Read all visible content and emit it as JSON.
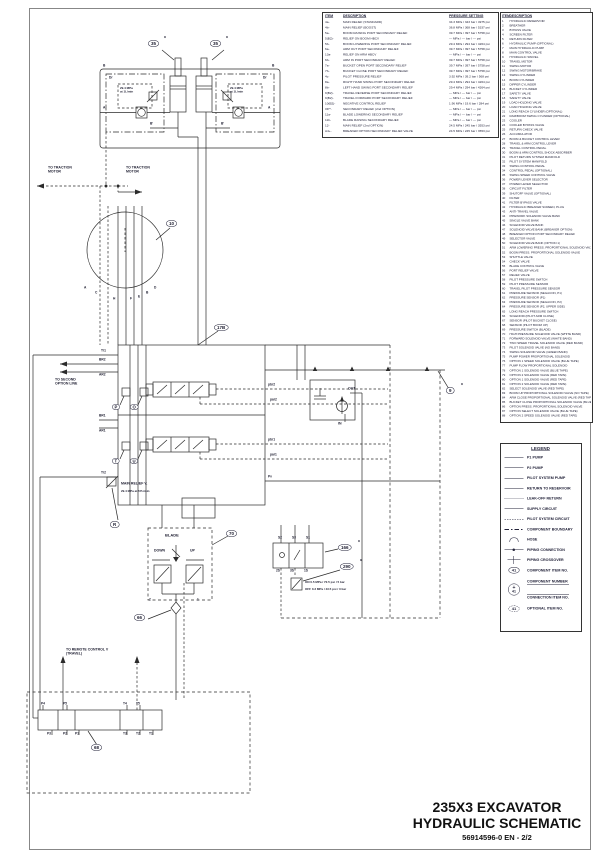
{
  "page": {
    "title_line1": "235X3 EXCAVATOR",
    "title_line2": "HYDRAULIC SCHEMATIC",
    "doc_number": "56914596-0 EN - 2/2"
  },
  "pressure_table": {
    "headers": [
      "ITEM",
      "DESCRIPTION",
      "PRESSURE SETTING"
    ],
    "rows": [
      [
        "4a-",
        "MAIN RELIEF (STANDARD)",
        "34.3 MPa / 343 bar / 4975 psi"
      ],
      [
        "4b-",
        "MAIN RELIEF (BOOST)",
        "36.8 MPa / 368 bar / 5337 psi"
      ],
      [
        "5a-",
        "BOOM RAISING PORT SECONDARY RELIEF",
        "39.7 MPa / 397 bar / 5758 psi"
      ],
      [
        "5(B2)-",
        "RELIEF ON BOOM HBCV",
        "— MPa / — bar / — psi"
      ],
      [
        "5b-",
        "BOOM LOWERING PORT SECONDARY RELIEF",
        "29.4 MPa / 294 bar / 4264 psi"
      ],
      [
        "6a-",
        "ARM OUT PORT SECONDARY RELIEF",
        "39.7 MPa / 397 bar / 5758 psi"
      ],
      [
        "13a-",
        "RELIEF ON ARM HBCV",
        "— MPa / — bar / — psi"
      ],
      [
        "6b-",
        "ARM IN PORT SECONDARY RELIEF",
        "39.7 MPa / 397 bar / 5758 psi"
      ],
      [
        "7a-",
        "BUCKET OPEN PORT SECONDARY RELIEF",
        "39.7 MPa / 397 bar / 5758 psi"
      ],
      [
        "7b-",
        "BUCKET CLOSE PORT SECONDARY RELIEF",
        "39.7 MPa / 397 bar / 5758 psi"
      ],
      [
        "4c-",
        "PILOT PRESSURE RELIEF",
        "3.92 MPa / 39.2 bar / 568 psi"
      ],
      [
        "8a-",
        "RIGHT HAND SWING PORT SECONDARY RELIEF",
        "29.4 MPa / 294 bar / 4264 psi"
      ],
      [
        "8b-",
        "LEFT HAND SWING PORT SECONDARY RELIEF",
        "29.4 MPa / 294 bar / 4264 psi"
      ],
      [
        "9(B2)-",
        "TRAVEL REVERSE PORT SECONDARY RELIEF",
        "— MPa / — bar / — psi"
      ],
      [
        "9(B2)-",
        "TRAVEL FORWARD PORT SECONDARY RELIEF",
        "— MPa / — bar / — psi"
      ],
      [
        "10(B2)-",
        "NEGATIVE CONTROL RELIEF",
        "1.96 MPa / 19.6 bar / 284 psi"
      ],
      [
        "OP*-",
        "SECONDARY RELIEF (2nd OPTION)",
        "— MPa / — bar / — psi"
      ],
      [
        "11a-",
        "BLADE LOWERING SECONDARY RELIEF",
        "— MPa / — bar / — psi"
      ],
      [
        "11b-",
        "BLADE RAISING SECONDARY RELIEF",
        "— MPa / — bar / — psi"
      ],
      [
        "12-",
        "MAIN RELIEF (2nd OPTION)",
        "24.5 MPa / 245 bar / 3553 psi"
      ],
      [
        "A4+-",
        "BREAKER OPTION SECONDARY RELIEF VALVE",
        "24.5 MPa / 245 bar / 3553 psi"
      ]
    ]
  },
  "item_table": {
    "headers": [
      "ITEM",
      "DESCRIPTION"
    ],
    "rows": [
      [
        "1",
        "HYDRAULIC RESERVOIR"
      ],
      [
        "2",
        "BREATHER"
      ],
      [
        "3",
        "BYPASS VALVE"
      ],
      [
        "4",
        "SCREEN FILTER"
      ],
      [
        "5",
        "RETURN FILTER"
      ],
      [
        "6",
        "HYDRAULIC PUMP (OPTIONAL)"
      ],
      [
        "7",
        "MAIN HYDRAULIC PUMP"
      ],
      [
        "8",
        "MAIN CONTROL VALVE"
      ],
      [
        "9",
        "HYDRAULIC SWIVEL"
      ],
      [
        "10",
        "TRAVEL MOTOR"
      ],
      [
        "11",
        "SWING MOTOR"
      ],
      [
        "12",
        "SWING MOTOR/BRAKE"
      ],
      [
        "13",
        "SWING CYLINDER"
      ],
      [
        "14",
        "BOOM CYLINDER"
      ],
      [
        "15",
        "DIPPER CYLINDER"
      ],
      [
        "16",
        "BUCKET CYLINDER"
      ],
      [
        "17",
        "SAFETY VALVE"
      ],
      [
        "18",
        "SAFETY VALVE"
      ],
      [
        "19",
        "LOAD HOLDING VALVE"
      ],
      [
        "20",
        "LOAD HOLDING VALVE"
      ],
      [
        "21",
        "LONG REACH CYLINDER (OPTIONAL)"
      ],
      [
        "22",
        "RAM/BOOM SWING CYLINDER (OPTIONAL)"
      ],
      [
        "23",
        "COOLER"
      ],
      [
        "24",
        "COOLER BYPASS VALVE"
      ],
      [
        "25",
        "RETURN CHECK VALVE"
      ],
      [
        "26",
        "ACCUMULATOR"
      ],
      [
        "27",
        "BOOM & BUCKET CONTROL LEVER"
      ],
      [
        "28",
        "TRAVEL & ARM CONTROL LEVER"
      ],
      [
        "29",
        "TRAVEL CONTROL PEDAL"
      ],
      [
        "30",
        "BOOM & ARM CONTROL SHOCK ABSORBER"
      ],
      [
        "31",
        "PILOT RETURN SYSTEM MANIFOLD"
      ],
      [
        "32",
        "PILOT SYSTEM MANIFOLD"
      ],
      [
        "33",
        "SWING CONTROL PEDAL"
      ],
      [
        "34",
        "CONTROL PEDAL (OPTIONAL)"
      ],
      [
        "35",
        "SWING SPEED CONTROL VALVE"
      ],
      [
        "36",
        "POWER LEVER SELECTOR"
      ],
      [
        "37",
        "POWER LEVER SELECTOR"
      ],
      [
        "38",
        "CIRCUIT FILTER"
      ],
      [
        "39",
        "SHUTOFF VALVE (OPTIONAL)"
      ],
      [
        "40",
        "FILTER"
      ],
      [
        "41",
        "FILTER BYPASS VALVE"
      ],
      [
        "42",
        "HYDRAULIC BREAKER SCREEN, PLUG"
      ],
      [
        "43",
        "ANTI-TRAVEL VALVE"
      ],
      [
        "44",
        "PIPEWORK SOLENOID VALVE BANK"
      ],
      [
        "45",
        "SINGLE VALVE BANK"
      ],
      [
        "46",
        "SOLENOID VALVE BANK"
      ],
      [
        "47",
        "SOLENOID VALVE BANK (BREAKER OPTION)"
      ],
      [
        "48",
        "BREAKER OPTION PORT SECONDARY RELIEF"
      ],
      [
        "49",
        "SELECTOR VALVE"
      ],
      [
        "50",
        "SOLENOID VALVE BANK (OPTION 1)"
      ],
      [
        "51",
        "ARM LOWERING PRESS. PROPORTIONAL SOLENOID VALVE"
      ],
      [
        "52",
        "BOOM PRESS. PROPORTIONAL SOLENOID VALVE"
      ],
      [
        "53",
        "SHUTTLE VALVE"
      ],
      [
        "54",
        "CHECK VALVE"
      ],
      [
        "55",
        "BLADE CONTROL VALVE"
      ],
      [
        "56",
        "PORT RELIEF VALVE"
      ],
      [
        "57",
        "RELIEF VALVE"
      ],
      [
        "58",
        "PILOT PRESSURE SWITCH"
      ],
      [
        "59",
        "PILOT PRESSURE SENSOR"
      ],
      [
        "60",
        "TRAVEL PILOT PRESSURE SENSOR"
      ],
      [
        "61",
        "PRESSURE SENSOR (NEGACON, P1)"
      ],
      [
        "62",
        "PRESSURE SENSOR (P1)"
      ],
      [
        "63",
        "PRESSURE SENSOR (NEGACON, P2)"
      ],
      [
        "64",
        "PRESSURE SENSOR (P2, UPPER SIDE)"
      ],
      [
        "65",
        "LONG REACH PRESSURE SWITCH"
      ],
      [
        "66",
        "SOLENOID (PILOT ARM CLOSE)"
      ],
      [
        "67",
        "SENSOR (PILOT BUCKET CLOSE)"
      ],
      [
        "68",
        "SENSOR (PILOT BOOM UP)"
      ],
      [
        "69",
        "PRESSURE SWITCH (BLADE)"
      ],
      [
        "70",
        "HIGH PRESSURE SOLENOID VALVE (WHITE BAND)"
      ],
      [
        "71",
        "FORWARD SOLENOID VALVE (WHITE BAND)"
      ],
      [
        "72",
        "TWO SPEED TRAVEL SOLENOID VALVE (RED BAND)"
      ],
      [
        "73",
        "PILOT SOLENOID VALVE (NO BAND)"
      ],
      [
        "74",
        "SWING SOLENOID VALVE (GREEN BAND)"
      ],
      [
        "75",
        "PUMP POWER PROPORTIONAL SOLENOID"
      ],
      [
        "76",
        "OPTION 1 SPEED SOLENOID VALVE (BLUE TAPE)"
      ],
      [
        "77",
        "PUMP FLOW PROPORTIONAL SOLENOID"
      ],
      [
        "78",
        "OPTION 1 SOLENOID VALVE (BLUE TAPE)"
      ],
      [
        "79",
        "OPTION 2 SOLENOID VALVE (RED TAPE)"
      ],
      [
        "80",
        "OPTION 1 SOLENOID VALVE (RED TAPE)"
      ],
      [
        "81",
        "OPTION 2 SOLENOID VALVE (RED TAPE)"
      ],
      [
        "82",
        "SELECT SOLENOID VALVE (RED TAPE)"
      ],
      [
        "83",
        "BOOM UP PROPORTIONAL SOLENOID VALVE (NO TAPE)"
      ],
      [
        "84",
        "ARM CLOSE PROPORTIONAL SOLENOID VALVE (RED TAPE)"
      ],
      [
        "85",
        "BUCKET CLOSE PROPORTIONAL SOLENOID VALVE (BLUE TAPE)"
      ],
      [
        "86",
        "OPTION PRESS. PROPORTIONAL SOLENOID VALVE"
      ],
      [
        "87",
        "OPTION SELECT SOLENOID VALVE (BLUE TAPE)"
      ],
      [
        "88",
        "OPTION 2 SPEED SOLENOID VALVE (RED TAPE)"
      ]
    ]
  },
  "legend": {
    "title": "LEGEND",
    "item_no": "41",
    "entries": [
      {
        "type": "line-solid",
        "label": "P1 PUMP"
      },
      {
        "type": "line-solid",
        "label": "P2 PUMP"
      },
      {
        "type": "line-solid",
        "label": "PILOT SYSTEM PUMP"
      },
      {
        "type": "line-solid",
        "label": "RETURN TO RESERVOIR"
      },
      {
        "type": "line-dotted",
        "label": "LEAK-OFF RETURN"
      },
      {
        "type": "line-solid",
        "label": "SUPPLY CIRCUIT"
      },
      {
        "type": "line-dashed",
        "label": "PILOT SYSTEM CIRCUIT"
      },
      {
        "type": "line-dashdot",
        "label": "COMPONENT BOUNDARY"
      },
      {
        "type": "hose",
        "label": "HOSE"
      },
      {
        "type": "connection",
        "label": "PIPING CONNECTION"
      },
      {
        "type": "crossover",
        "label": "PIPING CROSSOVER"
      },
      {
        "type": "itemoval",
        "label": "COMPONENT ITEM NO."
      },
      {
        "type": "compnum",
        "label": "COMPONENT NUMBER",
        "label2": "CONNECTION ITEM NO."
      },
      {
        "type": "optional",
        "label": "OPTIONAL ITEM NO."
      }
    ]
  },
  "schematic": {
    "traction_left": "TO TRACTION\nMOTOR",
    "traction_right": "TO TRACTION\nMOTOR",
    "second_option": "TO SECOND\nOPTION LINE",
    "remote_control": "TO REMOTE CONTROL V\n(TRAVEL)",
    "blade_title": "BLADE",
    "down": "DOWN",
    "up": "UP",
    "out": "OUT",
    "in": "IN",
    "main_relief": "MAIN RELIEF V.",
    "main_relief_setting": "29.4 MPa at 57L/min",
    "hbcv_relief_note": "29.4 MPa\nat 1L/min",
    "solenoid_on": "ON  0.5 MPa / 72.5 psi / 5 bar",
    "solenoid_off": "OFF 0.3 MPa / 43.5 psi / 3 bar",
    "star": "*",
    "swivel_ports": [
      "A",
      "C",
      "G",
      "H",
      "F",
      "E",
      "B",
      "D"
    ],
    "ports": {
      "tr1": "Tr1",
      "br2": "BR2",
      "ar2": "AR2",
      "br1": "BR1",
      "ar1": "AR1",
      "tr2": "Tr2",
      "pbr2": "pbr2",
      "par2": "par2",
      "pbr1": "pbr1",
      "par1": "par1",
      "pv": "Pv",
      "b_l": "B",
      "b_r": "B",
      "dr_l": "Dr",
      "dr_r": "Dr",
      "a_l": "A",
      "a_r": "A",
      "bp_l": "B'",
      "bp_r": "B'",
      "s2": "S2",
      "s3": "S3",
      "s1": "S1",
      "s2b": "2S",
      "s3b": "3S",
      "s1b": "1S",
      "p4": "P4",
      "p5": "P5",
      "t4": "T4",
      "t5": "T5",
      "p3": "P3",
      "p2": "P2",
      "p1": "P1",
      "t3": "T3",
      "t2": "T2",
      "t1": "T1",
      "blade2": "2",
      "blade1": "1"
    },
    "callouts": {
      "c35": "35",
      "c10": "10",
      "c17b": "17B",
      "c9": "9",
      "cr": "R",
      "c70": "70",
      "c66": "66",
      "c166": "166",
      "c290": "290",
      "c68": "68",
      "p": "P",
      "o": "O",
      "t": "T",
      "u": "U"
    }
  }
}
